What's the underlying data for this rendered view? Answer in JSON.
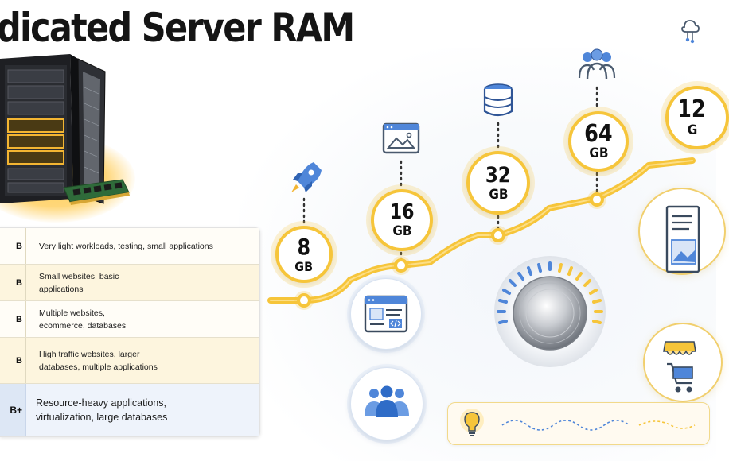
{
  "page": {
    "title": "dicated Server RAM"
  },
  "colors": {
    "accent_gold": "#f6c53a",
    "icon_blue": "#4f86d9",
    "text_dark": "#111111"
  },
  "table": {
    "rows": [
      {
        "size": "B",
        "desc": "Very light workloads, testing, small applications"
      },
      {
        "size": "B",
        "desc": "Small websites, basic applications"
      },
      {
        "size": "B",
        "desc": "Multiple websites, ecommerce, databases"
      },
      {
        "size": "B",
        "desc": "High traffic websites, larger databases, multiple applications"
      },
      {
        "size": "B+",
        "desc": "Resource-heavy applications, virtualization, large databases"
      }
    ]
  },
  "roadmap": {
    "milestones": [
      {
        "value": "8",
        "unit": "GB",
        "icon": "rocket-icon"
      },
      {
        "value": "16",
        "unit": "GB",
        "icon": "image-window-icon"
      },
      {
        "value": "32",
        "unit": "GB",
        "icon": "database-icon"
      },
      {
        "value": "64",
        "unit": "GB",
        "icon": "users-group-icon"
      },
      {
        "value": "12",
        "unit": "G",
        "icon": ""
      }
    ]
  },
  "icons": {
    "top_right": "cloud-network-icon",
    "dial": "control-knob-icon",
    "lightbulb": "lightbulb-icon",
    "web_code": "web-code-window-icon",
    "team": "team-users-icon",
    "document": "document-image-icon",
    "store": "store-cart-icon"
  }
}
